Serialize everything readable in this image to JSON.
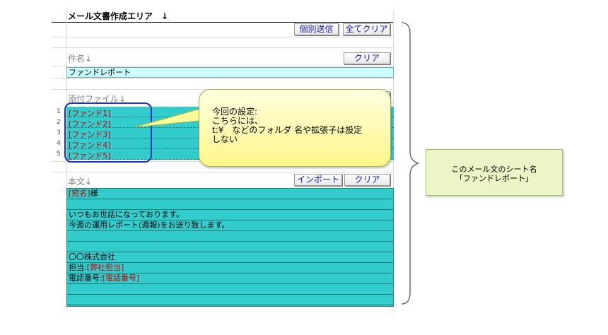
{
  "header": {
    "title": "メール文書作成エリア　↓"
  },
  "toolbar": {
    "send_individual_label": "個別送信",
    "clear_all_label": "全てクリア"
  },
  "subject": {
    "label": "件名↓",
    "clear_label": "クリア",
    "value": "ファンドレポート"
  },
  "attachments": {
    "label": "添付ファイル↓",
    "rows": [
      {
        "num": "1",
        "value": "[ファンド1]"
      },
      {
        "num": "2",
        "value": "[ファンド2]"
      },
      {
        "num": "3",
        "value": "[ファンド3]"
      },
      {
        "num": "4",
        "value": "[ファンド4]"
      },
      {
        "num": "5",
        "value": "[ファンド5]"
      }
    ]
  },
  "body_section": {
    "label": "本文↓",
    "import_label": "インポート",
    "clear_label": "クリア",
    "lines": {
      "l1_placeholder": "[宛名]",
      "l1_suffix": "様",
      "l3": "いつもお世話になっております。",
      "l4": "今週の運用レポート(週報)をお送り致します。",
      "l7": "〇〇株式会社",
      "l8_prefix": "担当:",
      "l8_placeholder": "[弊社担当]",
      "l9_prefix": "電話番号:",
      "l9_placeholder": "[電話番号]"
    }
  },
  "callout": {
    "line1": "今回の設定:",
    "line2": "こちらには、",
    "line3": "t:¥　などのフォルダ 名や拡張子は設定",
    "line4": "しない"
  },
  "side_note": {
    "line1": "このメール文のシート名",
    "line2": "「ファンドレポート」"
  },
  "colors": {
    "cell_cyan": "#33cccc",
    "subject_fill": "#ccffff",
    "callout_fill": "#ffff99",
    "side_note_fill": "#ebf5c8",
    "highlight_border": "#1a2fd0",
    "placeholder_red": "#c00000",
    "button_text": "#1515b8"
  }
}
